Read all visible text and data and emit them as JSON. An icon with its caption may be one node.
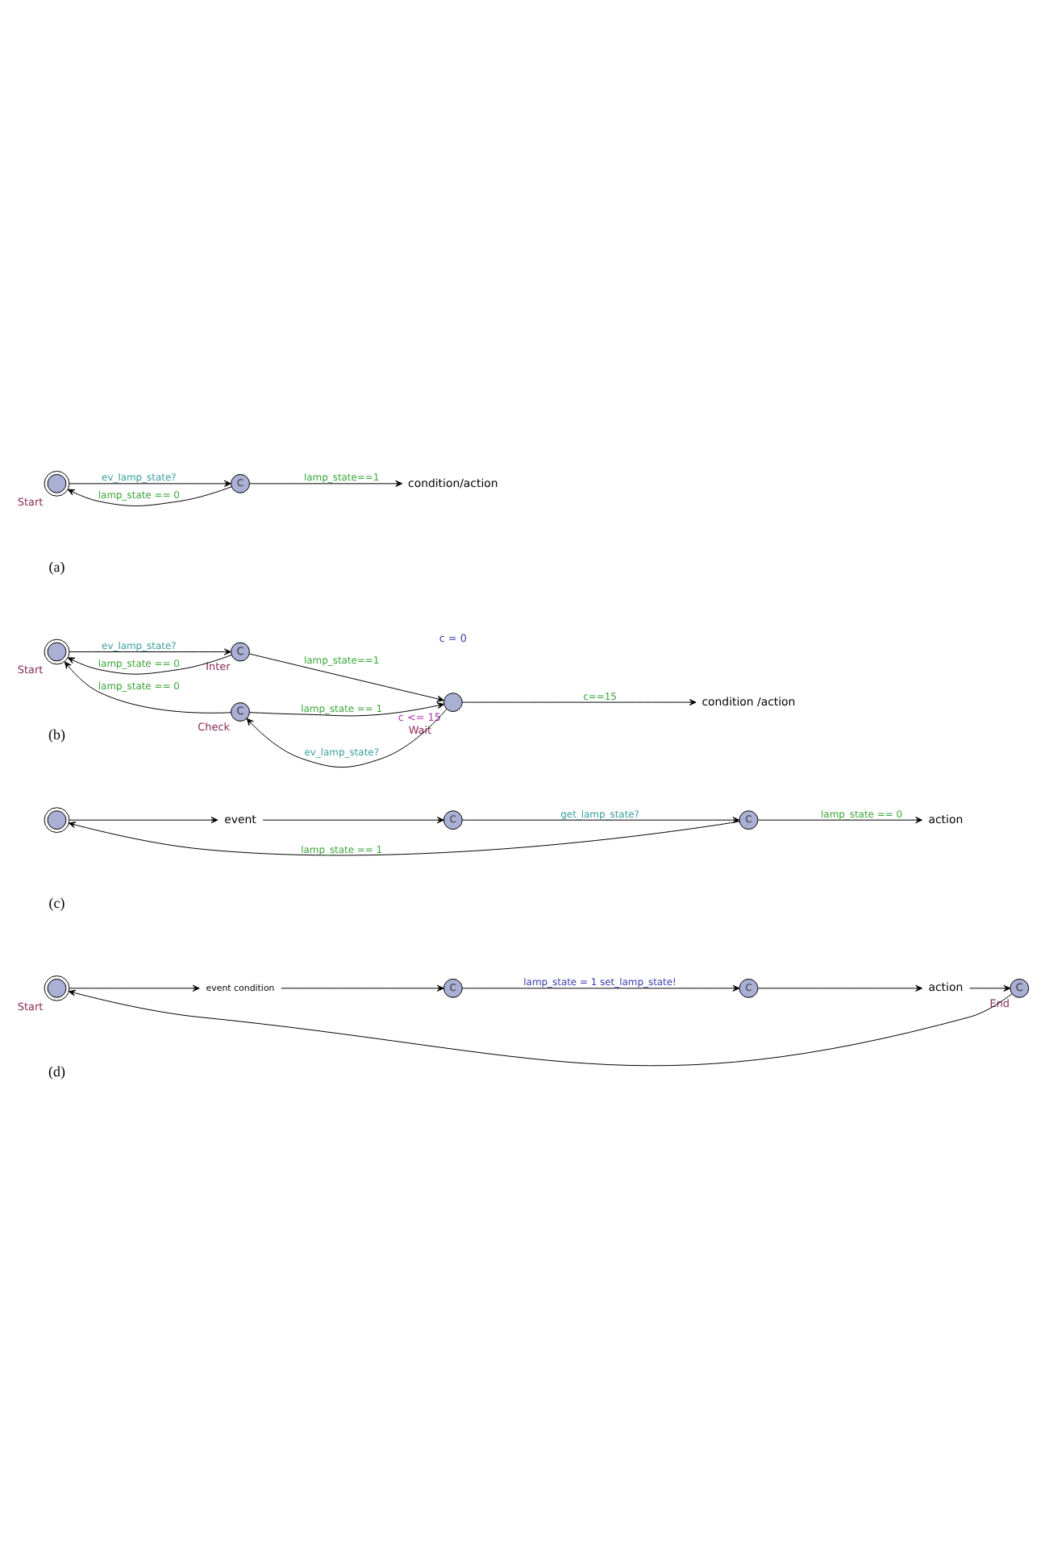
{
  "diagram": {
    "nodes": [
      {
        "text": [],
        "shape": "circle",
        "beside": [
          "Start"
        ]
      },
      {
        "text": [
          "C"
        ]
      },
      {
        "text": [
          "condition/action"
        ]
      },
      {
        "text": [],
        "shape": "circle",
        "beside": [
          "Start"
        ]
      },
      {
        "text": [
          "C"
        ],
        "beside": [
          "Inter"
        ]
      },
      {
        "text": [
          "C"
        ],
        "beside": [
          "Check"
        ]
      },
      {
        "text": [],
        "shape": "circle",
        "beside": [
          "c <= 15",
          "Wait"
        ]
      },
      {
        "text": [
          "condition /action"
        ]
      },
      {
        "text": [],
        "shape": "circle"
      },
      {
        "text": [
          "event"
        ]
      },
      {
        "text": [
          "C"
        ]
      },
      {
        "text": [
          "C"
        ]
      },
      {
        "text": [
          "action"
        ]
      },
      {
        "text": [],
        "shape": "circle",
        "beside": [
          "Start"
        ]
      },
      {
        "text": [
          "event condition"
        ]
      },
      {
        "text": [
          "C"
        ]
      },
      {
        "text": [
          "C"
        ]
      },
      {
        "text": [
          "action"
        ]
      },
      {
        "text": [
          "C"
        ],
        "beside": [
          "End"
        ]
      }
    ],
    "edges": [
      {
        "from": 0,
        "to": 1,
        "arrow": "to",
        "label": "ev_lamp_state?"
      },
      {
        "from": 1,
        "to": 0,
        "arrow": "to",
        "label": "lamp_state == 0"
      },
      {
        "from": 1,
        "to": 2,
        "arrow": "to",
        "label": "lamp_state==1"
      },
      {
        "from": 3,
        "to": 4,
        "arrow": "to",
        "label": "ev_lamp_state?"
      },
      {
        "from": 4,
        "to": 3,
        "arrow": "to",
        "label": "lamp_state == 0"
      },
      {
        "from": 4,
        "to": 6,
        "arrow": "to",
        "label": "lamp_state==1"
      },
      {
        "from": 5,
        "to": 3,
        "arrow": "to",
        "label": "lamp_state == 0"
      },
      {
        "from": 6,
        "to": 5,
        "arrow": "to",
        "label": "ev_lamp_state?"
      },
      {
        "from": 5,
        "to": 6,
        "arrow": "to",
        "label": "lamp_state == 1"
      },
      {
        "from": 6,
        "to": 7,
        "arrow": "to",
        "label": "c==15"
      },
      {
        "from": 8,
        "to": 9,
        "arrow": "to"
      },
      {
        "from": 9,
        "to": 10,
        "arrow": "to"
      },
      {
        "from": 10,
        "to": 11,
        "arrow": "to",
        "label": "get_lamp_state?"
      },
      {
        "from": 11,
        "to": 8,
        "arrow": "to",
        "label": "lamp_state == 1"
      },
      {
        "from": 11,
        "to": 12,
        "arrow": "to",
        "label": "lamp_state == 0"
      },
      {
        "from": 13,
        "to": 14,
        "arrow": "to"
      },
      {
        "from": 14,
        "to": 15,
        "arrow": "to"
      },
      {
        "from": 15,
        "to": 16,
        "arrow": "to",
        "label": "lamp_state = 1 set_lamp_state!"
      },
      {
        "from": 16,
        "to": 17,
        "arrow": "to"
      },
      {
        "from": 17,
        "to": 18,
        "arrow": "to"
      },
      {
        "from": 18,
        "to": 13,
        "arrow": "to"
      }
    ],
    "labels": [
      "(a)",
      "c = 0",
      "(b)",
      "(c)",
      "(d)"
    ]
  }
}
